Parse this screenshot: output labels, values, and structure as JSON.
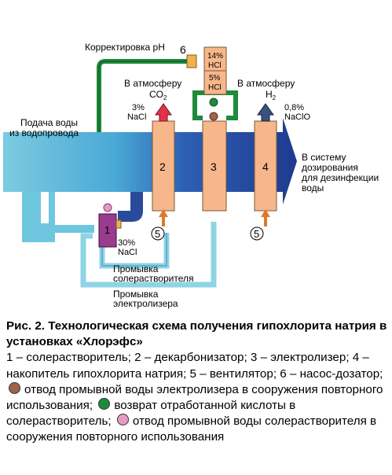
{
  "diagram": {
    "labels": {
      "water_supply": [
        "Подача воды",
        "из водопровода"
      ],
      "ph_correction": "Корректировка рН",
      "dosing_pump_number": "6",
      "tank_acid_top": [
        "14%",
        "HCl"
      ],
      "tank_acid_bottom": [
        "5%",
        "HCl"
      ],
      "atm_co2": [
        "В атмосферу",
        "CO"
      ],
      "co2_subscript": "2",
      "atm_h2": [
        "В атмосферу",
        "H"
      ],
      "h2_subscript": "2",
      "nacl_3": [
        "3%",
        "NaCl"
      ],
      "naclo": [
        "0,8%",
        "NaClO"
      ],
      "output": [
        "В систему",
        "дозирования",
        "для дезинфекции",
        "воды"
      ],
      "nacl_30": [
        "30%",
        "NaCl"
      ],
      "dissolver_wash": [
        "Промывка",
        "солерастворителя"
      ],
      "electrolyzer_wash": [
        "Промывка",
        "электролизера"
      ],
      "unit_1": "1",
      "unit_2": "2",
      "unit_3": "3",
      "unit_4": "4",
      "fan_left": "5",
      "fan_right": "5"
    },
    "colors": {
      "flow_light": "#6ec7de",
      "flow_dark": "#1f3e92",
      "column": "#f7b78a",
      "column_border": "#7a5a3a",
      "green_pipe": "#1e8a3b",
      "light_pipe": "#9fdaeb",
      "co2_arrow": "#e0334a",
      "h2_arrow": "#3c4f7e",
      "fan_arrow": "#e07a2a",
      "dissolver": "#9a3b8f",
      "pink_dot": "#e79bc4",
      "brown_dot": "#a0614a"
    }
  },
  "caption": {
    "title": "Рис. 2. Технологическая схема получения гипохлорита натрия в установках «Хлорэфс»",
    "desc_main": "1 – солерастворитель; 2 – декарбонизатор; 3 – электролизер; 4 – накопитель гипохлорита натрия; 5 – вентилятор; 6 – насос-дозатор;",
    "desc_brown": "отвод промывной воды электролизера в сооружения повторного использования;",
    "desc_green": "возврат отработанной кислоты в солерастворитель;",
    "desc_pink": "отвод промывной воды солерастворителя в сооружения повторного использования"
  }
}
